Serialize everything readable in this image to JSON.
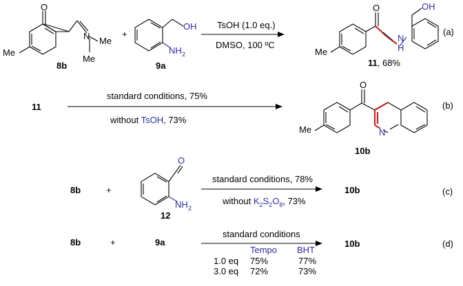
{
  "reaction_a": {
    "reactant_1_label": "8b",
    "reactant_1_atoms": {
      "oxygen": "O",
      "nitrogen": "N",
      "methyl_top": "Me",
      "methyl_bottom": "Me",
      "methyl_para": "Me"
    },
    "plus": "+",
    "reactant_2_label": "9a",
    "reactant_2_atoms": {
      "hydroxyl": "OH",
      "amine": "NH",
      "amine_sub": "2"
    },
    "reagent_above": "TsOH (1.0 eq.)",
    "reagent_below": "DMSO, 100 ºC",
    "product_label": "11",
    "product_yield": ", 68%",
    "product_atoms": {
      "oxygen": "O",
      "hydroxyl": "OH",
      "nh": "N",
      "nh_h": "H",
      "methyl": "Me"
    },
    "tag": "(a)"
  },
  "reaction_b": {
    "reactant_label": "11",
    "above_arrow": "standard conditions, 75%",
    "below_prefix": "without ",
    "below_reagent": "TsOH",
    "below_suffix": ", 73%",
    "product_label": "10b",
    "product_atoms": {
      "oxygen": "O",
      "nitrogen": "N",
      "methyl": "Me"
    },
    "tag": "(b)"
  },
  "reaction_c": {
    "reactant_1_label": "8b",
    "plus": "+",
    "reactant_2_label": "12",
    "reactant_2_atoms": {
      "oxygen": "O",
      "amine": "NH",
      "amine_sub": "2"
    },
    "above_arrow": "standard conditions, 78%",
    "below_prefix": "without ",
    "below_reagent": {
      "k": "K",
      "k_sub": "2",
      "s": "S",
      "s_sub": "2",
      "o": "O",
      "o_sub": "8"
    },
    "below_suffix": ", 73%",
    "product_label": "10b",
    "tag": "(c)"
  },
  "reaction_d": {
    "reactant_1_label": "8b",
    "plus": "+",
    "reactant_2_label": "9a",
    "above_arrow": "standard conditions",
    "product_label": "10b",
    "tag": "(d)",
    "table": {
      "headers": [
        "Tempo",
        "BHT"
      ],
      "rows": [
        {
          "amount": "1.0 eq",
          "tempo": "75%",
          "bht": "77%"
        },
        {
          "amount": "3.0 eq",
          "tempo": "72%",
          "bht": "73%"
        }
      ]
    }
  },
  "colors": {
    "reagent_blue": "#2b2f9a",
    "highlight_red": "#c0282d",
    "ink": "#000000"
  }
}
